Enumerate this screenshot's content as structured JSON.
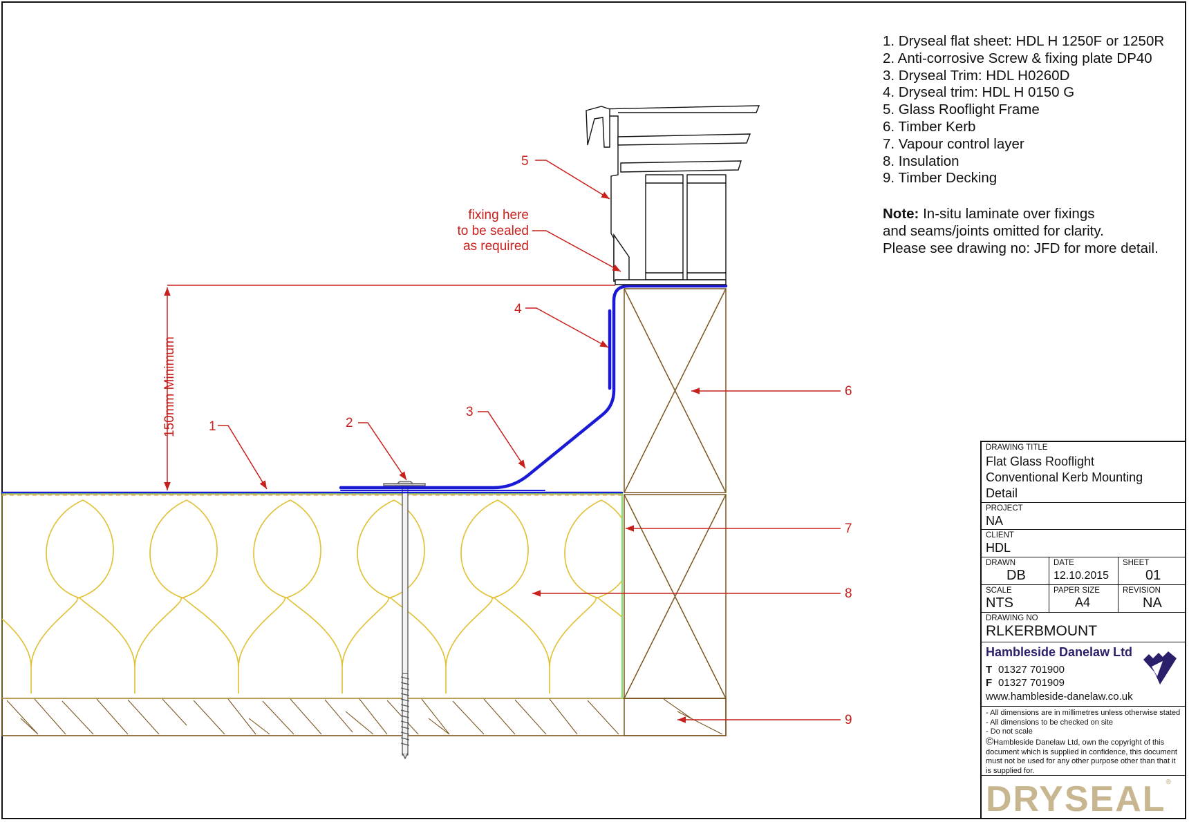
{
  "legend": {
    "items": [
      "1. Dryseal flat sheet: HDL H 1250F or 1250R",
      "2. Anti-corrosive Screw & fixing plate DP40",
      "3. Dryseal Trim: HDL H0260D",
      "4. Dryseal trim: HDL H 0150 G",
      "5. Glass Rooflight Frame",
      "6. Timber Kerb",
      "7. Vapour control layer",
      "8. Insulation",
      "9. Timber Decking"
    ]
  },
  "note": {
    "label": "Note:",
    "line1": "In-situ laminate over fixings",
    "line2": "and seams/joints omitted for clarity.",
    "line3": "Please see drawing no: JFD for more detail."
  },
  "drawing": {
    "callouts": [
      "1",
      "2",
      "3",
      "4",
      "5",
      "6",
      "7",
      "8",
      "9"
    ],
    "fixing_note": [
      "fixing here",
      "to be sealed",
      "as required"
    ],
    "dimension_label": "150mm Minimum",
    "colors": {
      "annotation": "#c8201c",
      "membrane": "#1a1ad6",
      "timber": "#7a5520",
      "insulation": "#e2c23a",
      "vapour_layer": "#8fe06a",
      "frame": "#111111"
    }
  },
  "title_block": {
    "drawing_title_label": "DRAWING TITLE",
    "drawing_title_lines": [
      "Flat Glass Rooflight",
      "Conventional Kerb Mounting",
      "Detail"
    ],
    "project_label": "PROJECT",
    "project": "NA",
    "client_label": "CLIENT",
    "client": "HDL",
    "drawn_label": "DRAWN",
    "drawn": "DB",
    "date_label": "DATE",
    "date": "12.10.2015",
    "sheet_label": "SHEET",
    "sheet": "01",
    "scale_label": "SCALE",
    "scale": "NTS",
    "paper_label": "PAPER SIZE",
    "paper": "A4",
    "revision_label": "REVISION",
    "revision": "NA",
    "drawing_no_label": "DRAWING NO",
    "drawing_no": "RLKERBMOUNT",
    "company": "Hambleside Danelaw Ltd",
    "tel_label": "T",
    "tel": "01327 701900",
    "fax_label": "F",
    "fax": "01327 701909",
    "website": "www.hambleside-danelaw.co.uk",
    "notes": [
      "- All dimensions are in millimetres unless otherwise stated",
      "- All dimensions to be checked on site",
      "- Do not scale"
    ],
    "copyright": "Hambleside Danelaw Ltd, own the copyright of this document which is supplied in confidence, this document must not be used for any other purpose other than that it is supplied for.",
    "copyright_symbol": "©",
    "brand": "DRYSEAL",
    "brand_mark": "®"
  }
}
